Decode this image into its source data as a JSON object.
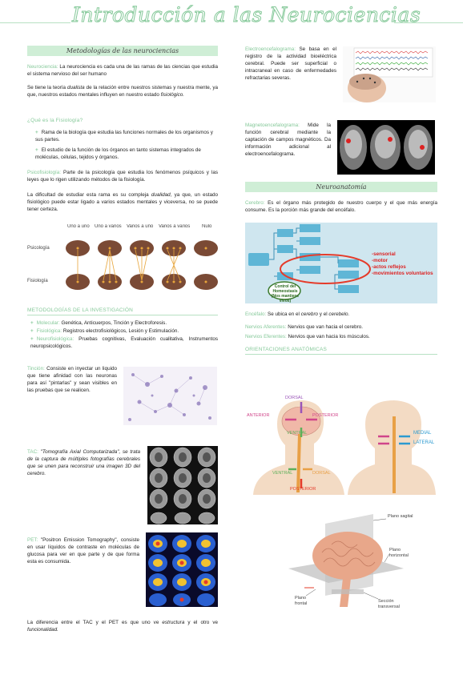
{
  "title": "Introducción a las Neurociencias",
  "left": {
    "section1_title": "Metodologías de las neurociencias",
    "p1_term": "Neurociencia:",
    "p1_text": " La neurociencia es cada una de las ramas de las ciencias que estudia el sistema nervioso del ser humano",
    "p2_a": "Se tiene la teoría ",
    "p2_i": "dualista",
    "p2_b": " de la relación entre nuestros sistemas y nuestra mente, ya que, nuestros estados mentales influyen en nuestro estado ",
    "p2_i2": "fisiológico.",
    "q_fisio": "¿Qué es la Fisiología?",
    "b1": "Rama de la biología que estudia las funciones normales de los organismos y sus partes.",
    "b2": "El estudio de la función de los órganos en tanto sistemas integrados de moléculas, células, tejidos y órganos.",
    "p3_term": "Psicofisiología:",
    "p3_text": " Parte de la psicología que estudia los fenómenos psíquicos y las leyes que lo rigen utilizando métodos de la fisiología.",
    "p4_a": "La dificultad de estudiar esta rama es su compleja ",
    "p4_i": "dualidad",
    "p4_b": ", ya que, un estado fisiológico puede estar ligado a varios estados mentales y viceversa, no se puede tener certeza.",
    "diagram": {
      "cols": [
        "Uno a uno",
        "Uno a varios",
        "Varios a uno",
        "Varios a varios",
        "Nulo"
      ],
      "row1": "Psicología",
      "row2": "Fisiología"
    },
    "section2_title": "METODOLOGÍAS DE LA INVESTIGACIÓN",
    "m1_term": "Molecular:",
    "m1_text": " Genética, Anticuerpos, Tinción y Electroforesis.",
    "m2_term": "Fisiológica:",
    "m2_text": " Registros electrofisiológicos, Lesión y Estimulación.",
    "m3_term": "Neurofisiológica:",
    "m3_text": " Pruebas cognitivas, Evaluación cualitativa, Instrumentos neuropsicológicos.",
    "tincion_term": "Tinción:",
    "tincion_text": " Consiste en inyectar un liquido que tiene afinidad con las neuronas para así \"pintarlas\" y sean visibles en las pruebas que se realicen.",
    "tac_term": "TAC:",
    "tac_text": " \"Tomografía Axial Computarizada\", se trata de la captura de múltiples fotografías cerebrales que se unen para reconstruir una imagen 3D del cerebro.",
    "pet_term": "PET:",
    "pet_text": " \"Positron Emission Tomography\", consiste en usar líquidos de contraste en moléculas de glucosa para ver en que parte y de que forma esta es consumida.",
    "diff_a": "La diferencia entre el TAC y el PET es que uno ve ",
    "diff_i": "estructura",
    "diff_b": " y el otro ve ",
    "diff_i2": "funcionalidad."
  },
  "right": {
    "eeg_term": "Electroencefalograma:",
    "eeg_text": " Se basa en el registro de la actividad bioeléctrica cerebral. Puede ser superficial o intracraneal en caso de enfermedades refractarias severas.",
    "mag_term": "Magnetoencefalograma:",
    "mag_text": " Mide la función cerebral mediante la captación de campos magnéticos. Da información adicional al electroencefalograma.",
    "section3_title": "Neuroanatomía",
    "cer_term": "Cerebro:",
    "cer_text": " Es el órgano más protegido de nuestro cuerpo y el que más energía consume. Es la porción más grande del encéfalo.",
    "diagram_labels": [
      "-sensorial",
      "-motor",
      "-actos reflejos",
      "-movimientos voluntarios"
    ],
    "homeo_label": "Control del Homeostasis (Nos mantiene vivos)",
    "enc_term": "Encéfalo:",
    "enc_a": " Se ubica en el ",
    "enc_i": "cerebro",
    "enc_b": " y el ",
    "enc_i2": "cerebelo.",
    "naf_term": "Nervios Aferentes:",
    "naf_text": " Nervios que van hacia el cerebro.",
    "nef_term": "Nervios Eferentes:",
    "nef_text": " Nervios que van hacia los músculos.",
    "section4_title": "ORIENTACIONES ANATÓMICAS",
    "orient": [
      "DORSAL",
      "ANTERIOR",
      "POSTERIOR",
      "VENTRAL",
      "DORSAL",
      "VENTRAL",
      "POSTERIOR",
      "MEDIAL",
      "LATERAL"
    ],
    "planes": [
      "Plano sagital",
      "Plano horizontal",
      "Plano frontal",
      "Sección transversal"
    ]
  },
  "colors": {
    "accent": "#86c99a",
    "section_bg": "#cfeed6"
  }
}
